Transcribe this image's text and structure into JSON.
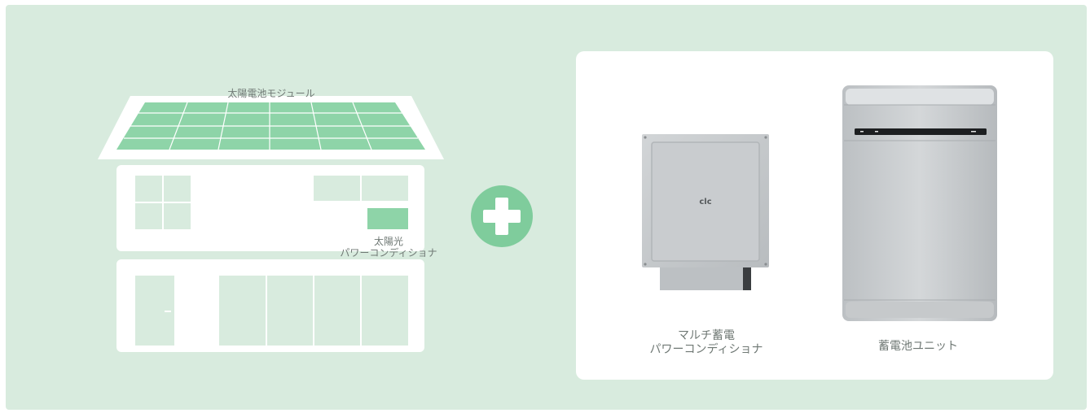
{
  "diagram": {
    "house": {
      "roof_label": "太陽電池モジュール",
      "pc_label_line1": "太陽光",
      "pc_label_line2": "パワーコンディショナ"
    },
    "products": {
      "inverter_brand": "clc",
      "inverter_label_line1": "マルチ蓄電",
      "inverter_label_line2": "パワーコンディショナ",
      "battery_label": "蓄電池ユニット"
    },
    "colors": {
      "background": "#d8ebde",
      "panel_green": "#8ed4a8",
      "plus_green": "#7fcc9c",
      "text_gray": "#6f7874"
    }
  }
}
